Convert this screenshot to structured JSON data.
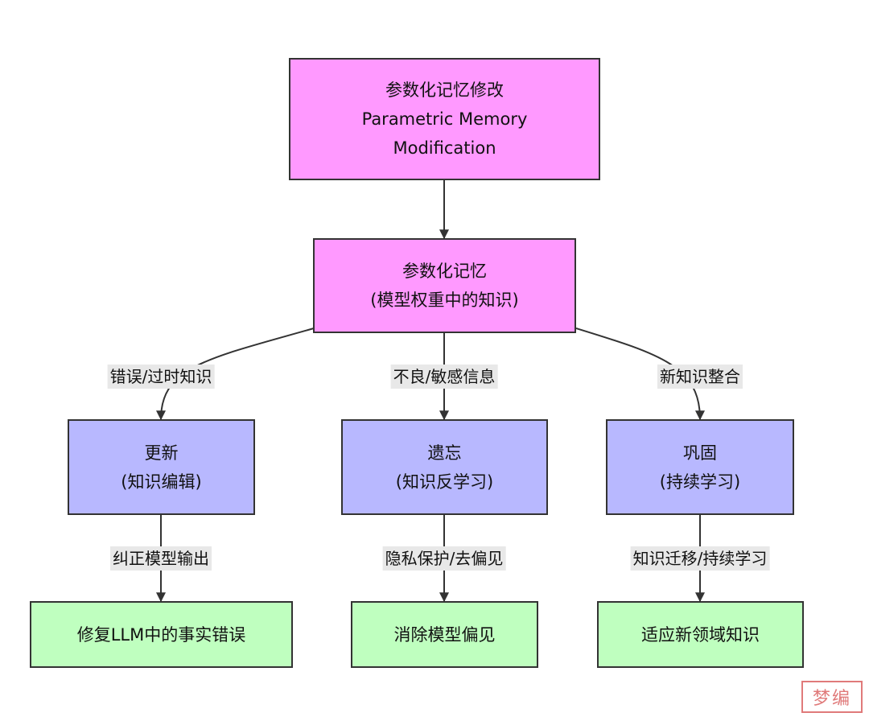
{
  "nodes": {
    "root": {
      "line1": "参数化记忆修改",
      "line2": "Parametric Memory",
      "line3": "Modification"
    },
    "param": {
      "line1": "参数化记忆",
      "line2": "(模型权重中的知识)"
    },
    "update": {
      "line1": "更新",
      "line2": "(知识编辑)"
    },
    "forget": {
      "line1": "遗忘",
      "line2": "(知识反学习)"
    },
    "consolidate": {
      "line1": "巩固",
      "line2": "(持续学习)"
    },
    "fix": {
      "line1": "修复LLM中的事实错误"
    },
    "debias": {
      "line1": "消除模型偏见"
    },
    "adapt": {
      "line1": "适应新领域知识"
    }
  },
  "edge_labels": {
    "outdated": "错误/过时知识",
    "sensitive": "不良/敏感信息",
    "integrate": "新知识整合",
    "correct": "纠正模型输出",
    "privacy": "隐私保护/去偏见",
    "transfer": "知识迁移/持续学习"
  },
  "watermark": "梦编",
  "colors": {
    "pink": "#ff99ff",
    "blue": "#b8b8ff",
    "green": "#bfffbf",
    "border": "#333333",
    "edge": "#333333"
  }
}
